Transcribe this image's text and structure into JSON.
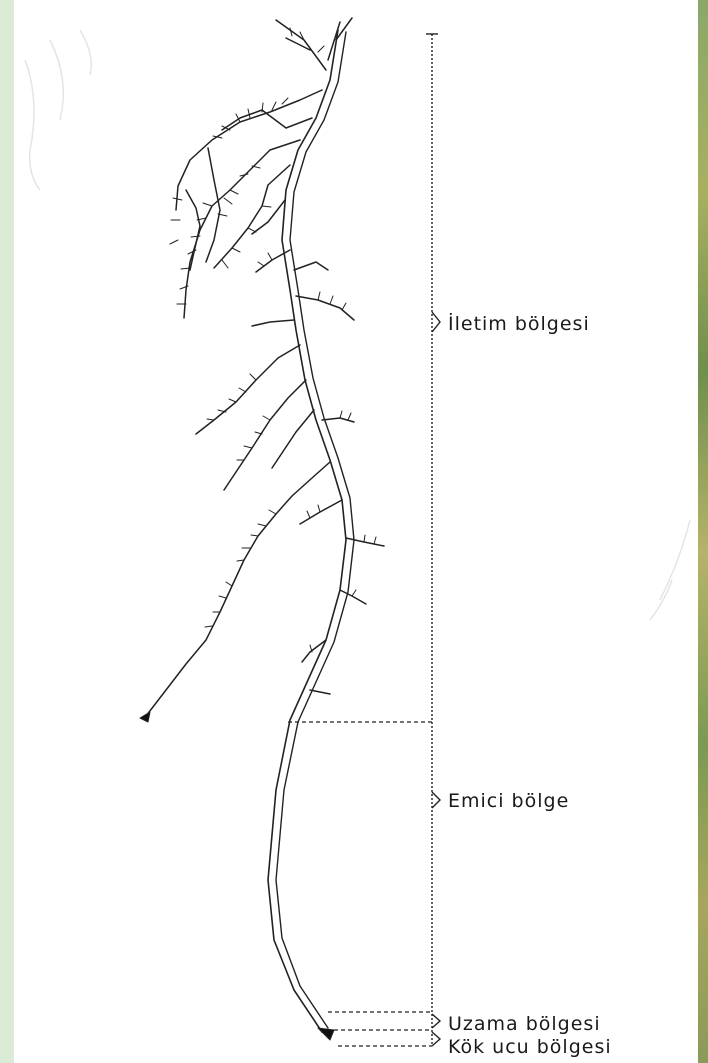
{
  "labels": {
    "conduction_zone": "İletim bölgesi",
    "absorption_zone": "Emici bölge",
    "elongation_zone": "Uzama bölgesi",
    "root_tip_zone": "Kök ucu bölgesi"
  },
  "colors": {
    "paper": "#ffffff",
    "ink": "#1a1a1a",
    "page_edge": "#dcebd6"
  }
}
